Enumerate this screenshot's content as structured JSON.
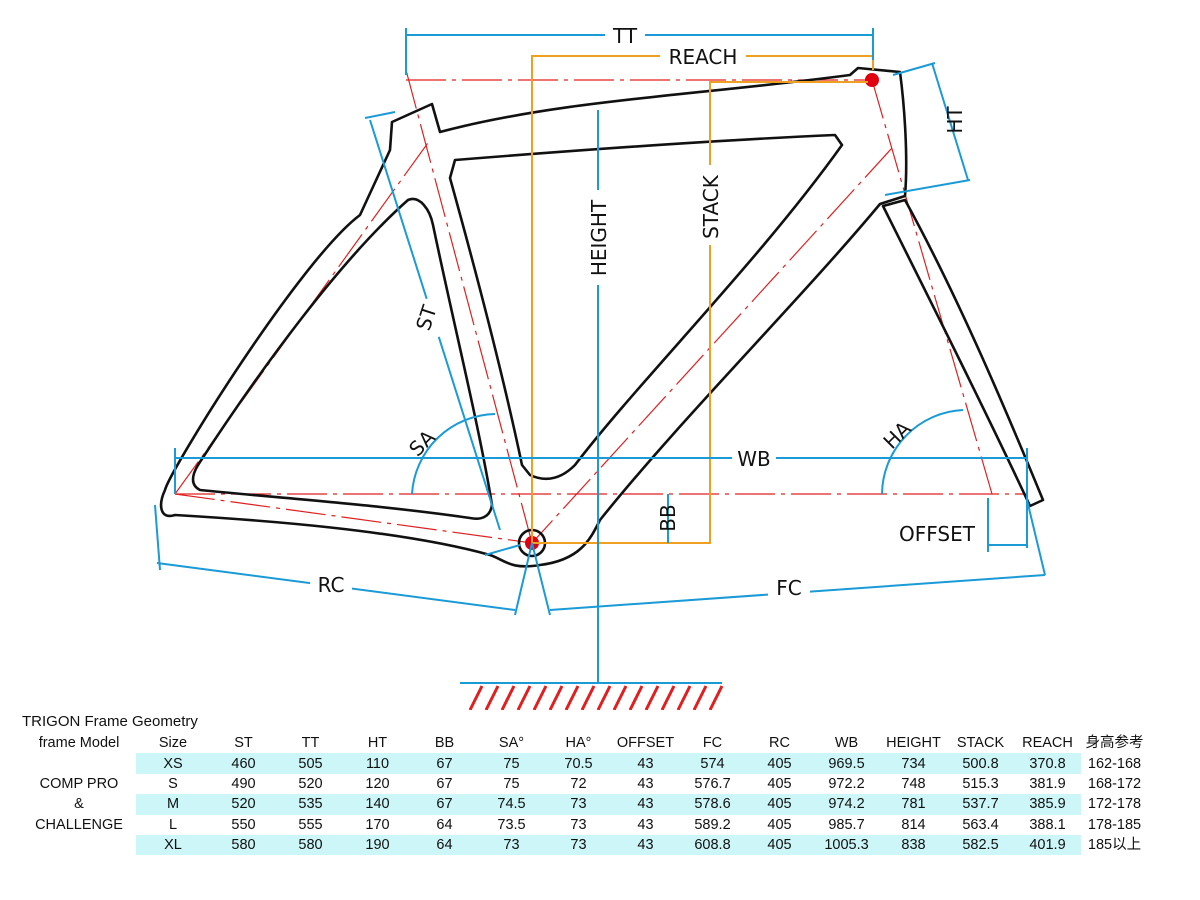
{
  "diagram": {
    "labels": {
      "tt": "TT",
      "reach": "REACH",
      "ht": "HT",
      "stack": "STACK",
      "height": "HEIGHT",
      "st": "ST",
      "sa": "SA",
      "ha": "HA",
      "wb": "WB",
      "bb": "BB",
      "offset": "OFFSET",
      "rc": "RC",
      "fc": "FC"
    },
    "colors": {
      "frame": "#111111",
      "dimension": "#1a9ad6",
      "reach_stack": "#f0a020",
      "centerline": "#e02020",
      "ground": "#e02020"
    }
  },
  "table": {
    "title": "TRIGON  Frame Geometry",
    "headers": [
      "frame Model",
      "Size",
      "ST",
      "TT",
      "HT",
      "BB",
      "SA°",
      "HA°",
      "OFFSET",
      "FC",
      "RC",
      "WB",
      "HEIGHT",
      "STACK",
      "REACH",
      "身高参考"
    ],
    "model_lines": [
      "COMP PRO",
      "&",
      "CHALLENGE"
    ],
    "rows": [
      [
        "XS",
        "460",
        "505",
        "110",
        "67",
        "75",
        "70.5",
        "43",
        "574",
        "405",
        "969.5",
        "734",
        "500.8",
        "370.8",
        "162-168"
      ],
      [
        "S",
        "490",
        "520",
        "120",
        "67",
        "75",
        "72",
        "43",
        "576.7",
        "405",
        "972.2",
        "748",
        "515.3",
        "381.9",
        "168-172"
      ],
      [
        "M",
        "520",
        "535",
        "140",
        "67",
        "74.5",
        "73",
        "43",
        "578.6",
        "405",
        "974.2",
        "781",
        "537.7",
        "385.9",
        "172-178"
      ],
      [
        "L",
        "550",
        "555",
        "170",
        "64",
        "73.5",
        "73",
        "43",
        "589.2",
        "405",
        "985.7",
        "814",
        "563.4",
        "388.1",
        "178-185"
      ],
      [
        "XL",
        "580",
        "580",
        "190",
        "64",
        "73",
        "73",
        "43",
        "608.8",
        "405",
        "1005.3",
        "838",
        "582.5",
        "401.9",
        "185以上"
      ]
    ]
  }
}
